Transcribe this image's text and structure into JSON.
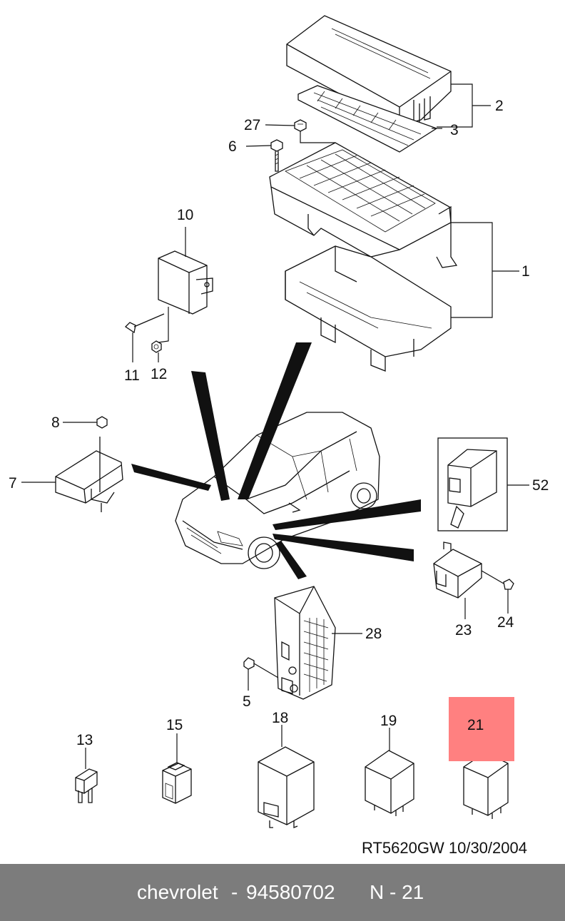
{
  "parts": {
    "p1": "1",
    "p2": "2",
    "p3": "3",
    "p5": "5",
    "p6": "6",
    "p7": "7",
    "p8": "8",
    "p10": "10",
    "p11": "11",
    "p12": "12",
    "p13": "13",
    "p15": "15",
    "p18": "18",
    "p19": "19",
    "p21": "21",
    "p23": "23",
    "p24": "24",
    "p27": "27",
    "p28": "28",
    "p52": "52"
  },
  "highlight_color": "#ff8080",
  "ref_code": "RT5620GW  10/30/2004",
  "footer": {
    "brand": "chevrolet",
    "separator": "-",
    "part_number": "94580702",
    "position": "N - 21",
    "background": "#7c7c7c"
  }
}
